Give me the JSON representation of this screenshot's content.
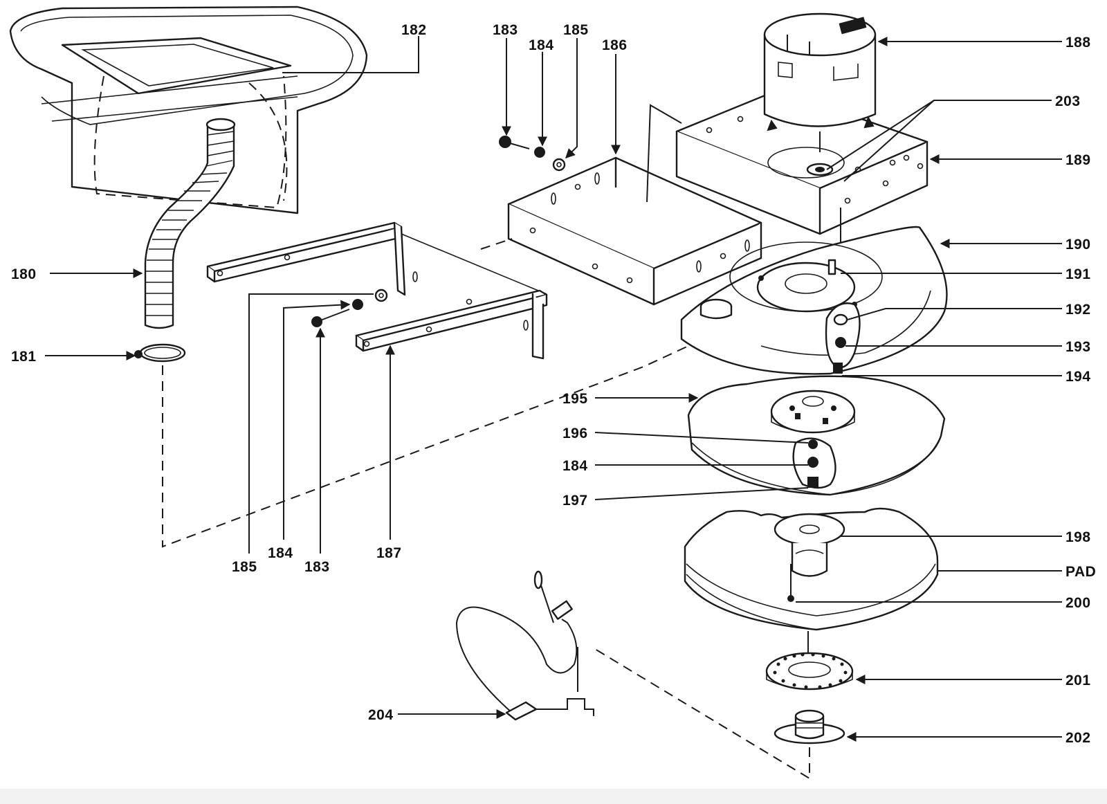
{
  "diagram": {
    "callouts": {
      "c180": "180",
      "c181": "181",
      "c182": "182",
      "c183_top": "183",
      "c184_top": "184",
      "c185_top": "185",
      "c186": "186",
      "c188": "188",
      "c203": "203",
      "c189": "189",
      "c190": "190",
      "c191": "191",
      "c192": "192",
      "c193": "193",
      "c194": "194",
      "c195": "195",
      "c196": "196",
      "c184_mid": "184",
      "c197": "197",
      "c198": "198",
      "c_pad": "PAD",
      "c200": "200",
      "c201": "201",
      "c202": "202",
      "c185_bottom": "185",
      "c184_bottom": "184",
      "c183_bottom": "183",
      "c187": "187",
      "c204": "204"
    }
  }
}
